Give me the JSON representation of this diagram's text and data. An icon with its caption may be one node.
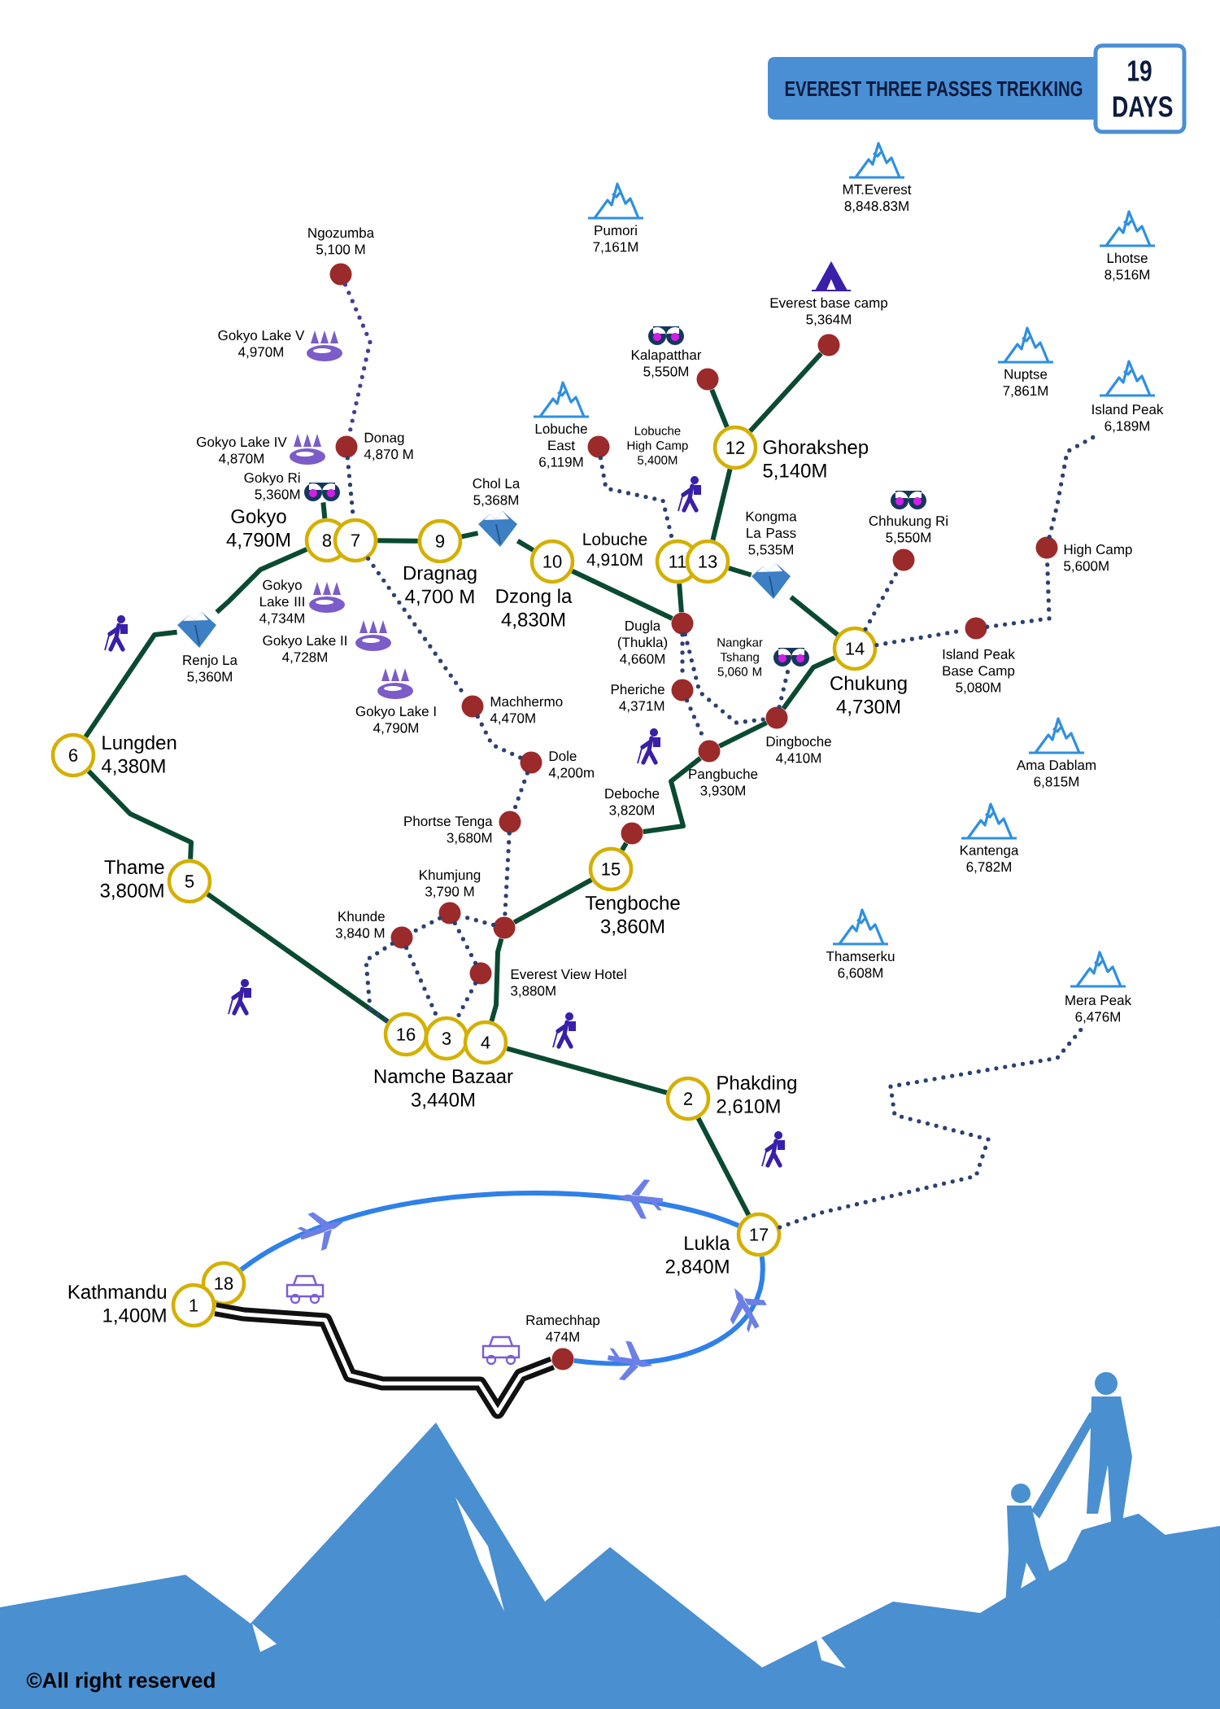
{
  "diagram": {
    "title": "EVEREST THREE PASSES TREKKING",
    "nodes": [
      {
        "text": [],
        "shape": "circle",
        "beside": [
          "Ngozumba",
          "5,100 M"
        ]
      },
      {
        "text": [],
        "shape": "circle",
        "beside": [
          "Everest base camp",
          "5,364M"
        ]
      },
      {
        "text": [],
        "shape": "circle",
        "beside": [
          "Kalapatthar",
          "5,550M"
        ]
      },
      {
        "text": [
          "Island Peak",
          "6,189M"
        ]
      },
      {
        "text": [],
        "shape": "circle",
        "beside": [
          "Donag",
          "4,870 M"
        ]
      },
      {
        "text": [],
        "shape": "circle",
        "beside": [
          "Lobuche High Camp",
          "5,400M"
        ]
      },
      {
        "text": [
          "12"
        ],
        "beside": [
          "Ghorakshep",
          "5,140M"
        ]
      },
      {
        "text": [],
        "shape": "picture",
        "beside": [
          "Gokyo Ri",
          "5,360M"
        ]
      },
      {
        "text": [
          "8"
        ],
        "beside": [
          "Gokyo",
          "4,790M"
        ]
      },
      {
        "text": [
          "7"
        ]
      },
      {
        "text": [
          "9"
        ],
        "beside": [
          "Dragnag",
          "4,700 M"
        ]
      },
      {
        "text": [],
        "shape": "picture",
        "beside": [
          "Chol La",
          "5,368M"
        ]
      },
      {
        "text": [
          "10"
        ],
        "beside": [
          "Dzong la",
          "4,830M"
        ]
      },
      {
        "text": [
          "11"
        ],
        "beside": [
          "Lobuche",
          "4,910M"
        ]
      },
      {
        "text": [
          "13"
        ]
      },
      {
        "text": [],
        "shape": "picture",
        "beside": [
          "Kongma La Pass",
          "5,535M"
        ]
      },
      {
        "text": [],
        "shape": "circle",
        "beside": [
          "Chhukung Ri",
          "5,550M"
        ]
      },
      {
        "text": [],
        "shape": "circle",
        "beside": [
          "High Camp",
          "5,600M"
        ]
      },
      {
        "text": [],
        "shape": "picture",
        "beside": [
          "Renjo La",
          "5,360M"
        ]
      },
      {
        "text": [],
        "shape": "circle",
        "beside": [
          "Dugla (Thukla)",
          "4,660M"
        ]
      },
      {
        "text": [
          "14"
        ],
        "beside": [
          "Chukung",
          "4,730M"
        ]
      },
      {
        "text": [],
        "shape": "circle",
        "beside": [
          "Island Peak Base Camp",
          "5,080M"
        ]
      },
      {
        "text": [],
        "shape": "picture",
        "beside": [
          "Nangkar Tshang",
          "5,060 M"
        ]
      },
      {
        "text": [],
        "shape": "circle",
        "beside": [
          "Pheriche",
          "4,371M"
        ]
      },
      {
        "text": [],
        "shape": "circle",
        "beside": [
          "Machhermo",
          "4,470M"
        ]
      },
      {
        "text": [],
        "shape": "circle",
        "beside": [
          "Dingboche",
          "4,410M"
        ]
      },
      {
        "text": [
          "6"
        ],
        "beside": [
          "Lungden",
          "4,380M"
        ]
      },
      {
        "text": [],
        "shape": "circle",
        "beside": [
          "Pangbuche",
          "3,930M"
        ]
      },
      {
        "text": [],
        "shape": "circle",
        "beside": [
          "Dole",
          "4,200m"
        ]
      },
      {
        "text": [],
        "shape": "circle",
        "beside": [
          "Phortse Tenga",
          "3,680M"
        ]
      },
      {
        "text": [],
        "shape": "circle",
        "beside": [
          "Deboche",
          "3,820M"
        ]
      },
      {
        "text": [
          "5"
        ],
        "beside": [
          "Thame",
          "3,800M"
        ]
      },
      {
        "text": [
          "15"
        ],
        "beside": [
          "Tengboche",
          "3,860M"
        ]
      },
      {
        "text": [],
        "shape": "circle",
        "beside": [
          "Khumjung",
          "3,790 M"
        ]
      },
      {
        "text": [],
        "shape": "circle"
      },
      {
        "text": [],
        "shape": "circle",
        "beside": [
          "Khunde",
          "3,840 M"
        ]
      },
      {
        "text": [],
        "shape": "circle",
        "beside": [
          "Everest View Hotel",
          "3,880M"
        ]
      },
      {
        "text": [
          "16"
        ]
      },
      {
        "text": [
          "3"
        ],
        "beside": [
          "Namche Bazaar",
          "3,440M"
        ]
      },
      {
        "text": [
          "4"
        ]
      },
      {
        "text": [
          "Mera Peak",
          "6,476M"
        ]
      },
      {
        "text": [
          "2"
        ],
        "beside": [
          "Phakding",
          "2,610M"
        ]
      },
      {
        "text": [
          "17"
        ],
        "beside": [
          "Lukla",
          "2,840M"
        ]
      },
      {
        "text": [
          "18"
        ]
      },
      {
        "text": [
          "1"
        ],
        "beside": [
          "Kathmandu",
          "1,400M"
        ]
      },
      {
        "text": [],
        "shape": "circle",
        "beside": [
          "Ramechhap",
          "474M"
        ]
      }
    ],
    "edges": [
      {
        "from": 42,
        "to": 41,
        "arrow": "none"
      },
      {
        "from": 41,
        "to": 39,
        "arrow": "none"
      },
      {
        "from": 39,
        "to": 34,
        "arrow": "none"
      },
      {
        "from": 34,
        "to": 32,
        "arrow": "none"
      },
      {
        "from": 32,
        "to": 30,
        "arrow": "none"
      },
      {
        "from": 30,
        "to": 27,
        "arrow": "none"
      },
      {
        "from": 27,
        "to": 25,
        "arrow": "none"
      },
      {
        "from": 25,
        "to": 20,
        "arrow": "none"
      },
      {
        "from": 20,
        "to": 15,
        "arrow": "none"
      },
      {
        "from": 15,
        "to": 14,
        "arrow": "none"
      },
      {
        "from": 13,
        "to": 19,
        "arrow": "none"
      },
      {
        "from": 12,
        "to": 19,
        "arrow": "none"
      },
      {
        "from": 12,
        "to": 11,
        "arrow": "none"
      },
      {
        "from": 11,
        "to": 10,
        "arrow": "none"
      },
      {
        "from": 10,
        "to": 9,
        "arrow": "none"
      },
      {
        "from": 8,
        "to": 7,
        "arrow": "none"
      },
      {
        "from": 8,
        "to": 18,
        "arrow": "none"
      },
      {
        "from": 18,
        "to": 26,
        "arrow": "none"
      },
      {
        "from": 26,
        "to": 31,
        "arrow": "none"
      },
      {
        "from": 31,
        "to": 37,
        "arrow": "none"
      },
      {
        "from": 14,
        "to": 6,
        "arrow": "none"
      },
      {
        "from": 6,
        "to": 2,
        "arrow": "none"
      },
      {
        "from": 6,
        "to": 1,
        "arrow": "none"
      },
      {
        "from": 0,
        "to": 4,
        "arrow": "none",
        "style": "dashed",
        "color": "#4b3c96"
      },
      {
        "from": 4,
        "to": 9,
        "arrow": "none",
        "style": "dashed",
        "color": "#2c4170"
      },
      {
        "from": 9,
        "to": 24,
        "arrow": "none",
        "style": "dashed",
        "color": "#2c4170"
      },
      {
        "from": 24,
        "to": 28,
        "arrow": "none",
        "style": "dashed",
        "color": "#2c4170"
      },
      {
        "from": 28,
        "to": 29,
        "arrow": "none",
        "style": "dashed",
        "color": "#2c4170"
      },
      {
        "from": 29,
        "to": 34,
        "arrow": "none",
        "style": "dashed",
        "color": "#2c4170"
      },
      {
        "from": 34,
        "to": 33,
        "arrow": "none",
        "style": "dashed",
        "color": "#2c4170"
      },
      {
        "from": 33,
        "to": 35,
        "arrow": "none",
        "style": "dashed",
        "color": "#2c4170"
      },
      {
        "from": 35,
        "to": 37,
        "arrow": "none",
        "style": "dashed",
        "color": "#2c4170"
      },
      {
        "from": 35,
        "to": 38,
        "arrow": "none",
        "style": "dashed",
        "color": "#2c4170"
      },
      {
        "from": 33,
        "to": 36,
        "arrow": "none",
        "style": "dashed",
        "color": "#2c4170"
      },
      {
        "from": 36,
        "to": 38,
        "arrow": "none",
        "style": "dashed",
        "color": "#2c4170"
      },
      {
        "from": 5,
        "to": 13,
        "arrow": "none",
        "style": "dashed",
        "color": "#2c4170"
      },
      {
        "from": 19,
        "to": 23,
        "arrow": "none",
        "style": "dashed",
        "color": "#2c4170"
      },
      {
        "from": 23,
        "to": 27,
        "arrow": "none",
        "style": "dashed",
        "color": "#2c4170"
      },
      {
        "from": 19,
        "to": 25,
        "arrow": "none",
        "style": "dashed",
        "color": "#2c4170"
      },
      {
        "from": 25,
        "to": 22,
        "arrow": "none",
        "style": "dashed",
        "color": "#2c4170"
      },
      {
        "from": 20,
        "to": 16,
        "arrow": "none",
        "style": "dashed",
        "color": "#2c4170"
      },
      {
        "from": 20,
        "to": 21,
        "arrow": "none",
        "style": "dashed",
        "color": "#2c4170"
      },
      {
        "from": 21,
        "to": 17,
        "arrow": "none",
        "style": "dashed",
        "color": "#2c4170"
      },
      {
        "from": 17,
        "to": 3,
        "arrow": "none",
        "style": "dashed",
        "color": "#2c4170"
      },
      {
        "from": 42,
        "to": 40,
        "arrow": "none",
        "style": "dashed",
        "color": "#2c4170"
      },
      {
        "from": 42,
        "to": 43,
        "arrow": "none",
        "color": "#2f80e8"
      },
      {
        "from": 42,
        "to": 45,
        "arrow": "none",
        "color": "#2f80e8"
      },
      {
        "from": 44,
        "to": 45,
        "arrow": "none",
        "style": "thick",
        "color": "#111111"
      }
    ],
    "labels": [
      "19 DAYS",
      "Pumori",
      "7,161M",
      "MT.Everest",
      "8,848.83M",
      "Lhotse",
      "8,516M",
      "Nuptse",
      "7,861M",
      "Lobuche East",
      "6,119M",
      "Ama Dablam",
      "6,815M",
      "Kantenga",
      "6,782M",
      "Thamserku",
      "6,608M",
      "Gokyo Lake V",
      "4,970M",
      "Gokyo Lake IV",
      "4,870M",
      "Gokyo Lake III",
      "4,734M",
      "Gokyo Lake II",
      "4,728M",
      "Gokyo Lake I",
      "4,790M",
      "©All right reserved"
    ]
  }
}
